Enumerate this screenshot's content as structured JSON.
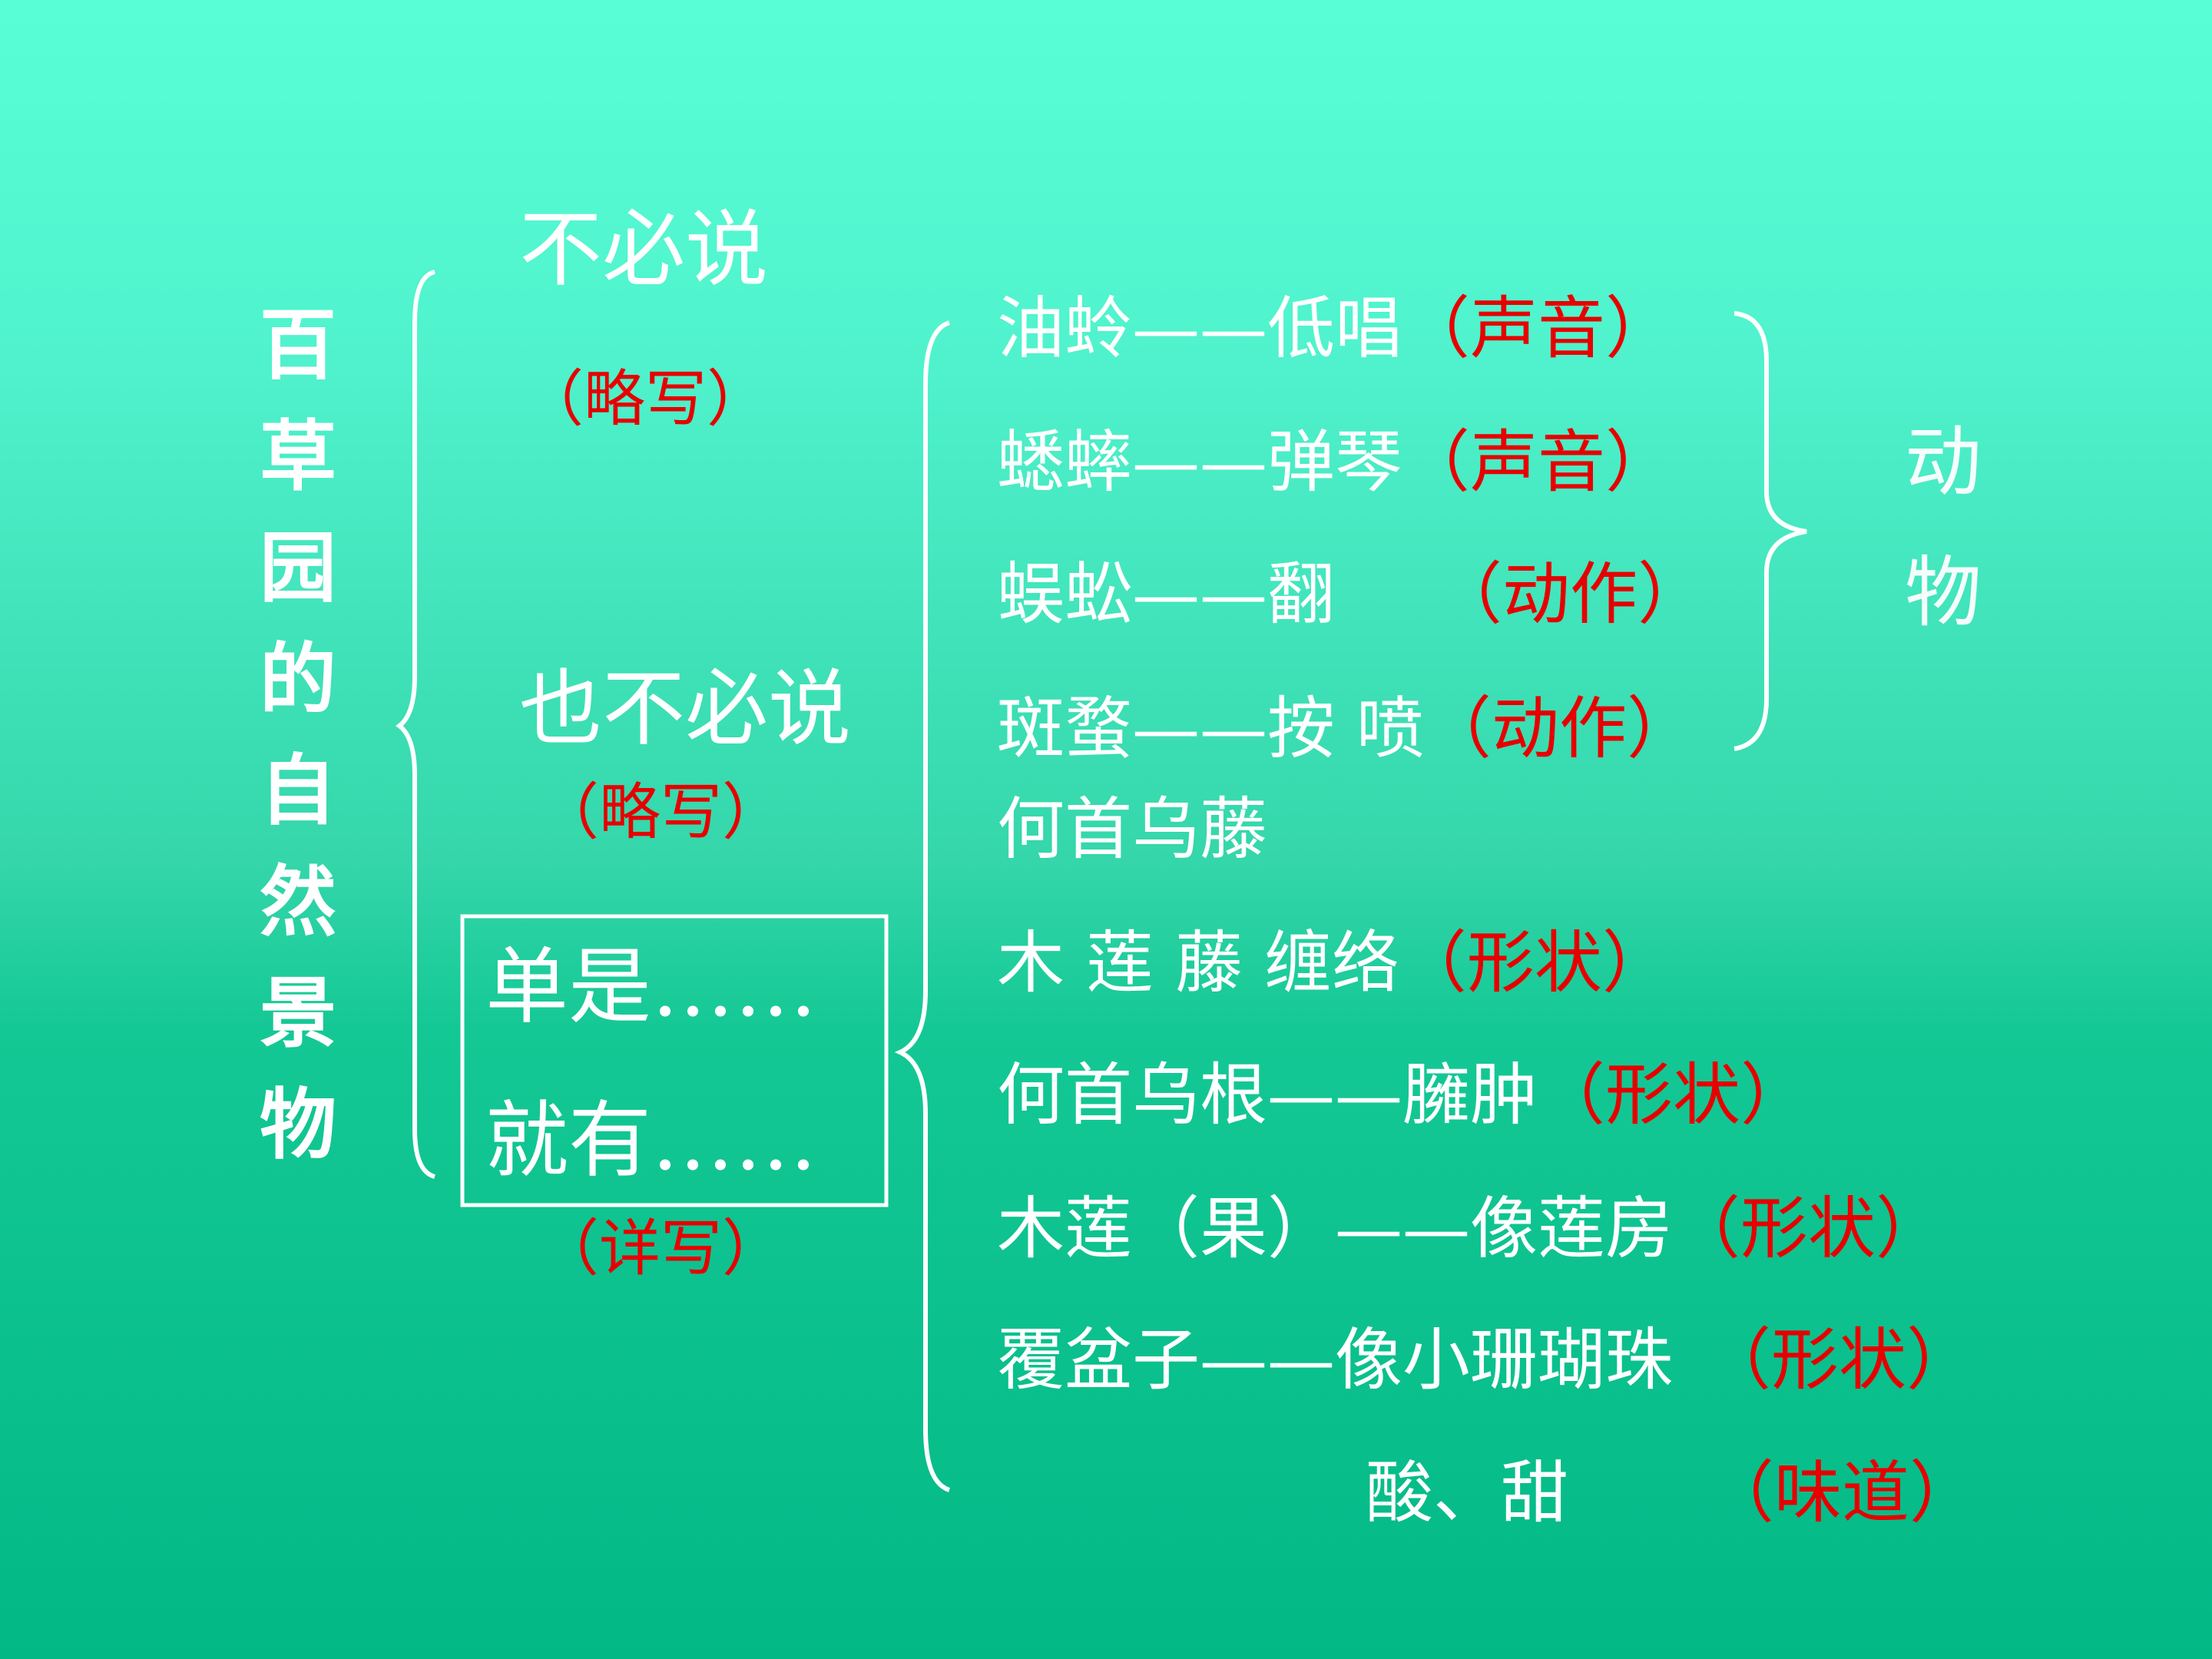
{
  "title_chars": [
    "百",
    "草",
    "园",
    "的",
    "自",
    "然",
    "景",
    "物"
  ],
  "branch_1": {
    "label": "不必说",
    "note": "（略写）"
  },
  "branch_2": {
    "label": "也不必说",
    "note": "（略写）"
  },
  "branch_3": {
    "line1": "单是……",
    "line2": "就有……",
    "note": "（详写）"
  },
  "animal_group_chars": [
    "动",
    "物"
  ],
  "items": [
    {
      "subject": "油蛉",
      "dash": "——",
      "detail": "低唱",
      "tag": "（声音）"
    },
    {
      "subject": "蟋蟀",
      "dash": "——",
      "detail": "弹琴",
      "tag": "（声音）"
    },
    {
      "subject": "蜈蚣",
      "dash": "——",
      "detail": "翻",
      "tag": "（动作）"
    },
    {
      "subject": "斑蝥",
      "dash": "——",
      "detail": "按 喷",
      "tag": "（动作）"
    },
    {
      "subject": "何首乌藤",
      "dash": "",
      "detail": "",
      "tag": ""
    },
    {
      "subject": "木 莲 藤 缠络",
      "dash": "",
      "detail": "",
      "tag": "（形状）"
    },
    {
      "subject": "何首乌根",
      "dash": "——",
      "detail": "臃肿",
      "tag": "（形状）"
    },
    {
      "subject": "木莲（果）",
      "dash": "——",
      "detail": "像莲房",
      "tag": "（形状）"
    },
    {
      "subject": "覆盆子",
      "dash": "——",
      "detail": "像小珊瑚珠",
      "tag": "（形状）"
    },
    {
      "subject": "",
      "dash": "",
      "detail": "酸、甜",
      "tag": "（味道）"
    }
  ],
  "colors": {
    "background_top": "#58ffd6",
    "background_bottom": "#02b986",
    "text": "#ffffff",
    "accent": "#e60000"
  }
}
